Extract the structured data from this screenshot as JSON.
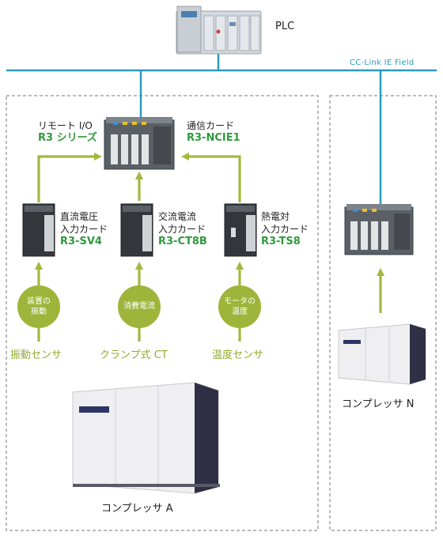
{
  "network": {
    "plc_label": "PLC",
    "bus_label": "CC-Link IE Field"
  },
  "remote": {
    "name_line1": "リモート I/O",
    "name_line2": "R3 シリーズ",
    "card_line1": "通信カード",
    "card_line2": "R3-NCIE1"
  },
  "cards": [
    {
      "line1": "直流電圧",
      "line2": "入力カード",
      "code": "R3-SV4"
    },
    {
      "line1": "交流電流",
      "line2": "入力カード",
      "code": "R3-CT8B"
    },
    {
      "line1": "熱電対",
      "line2": "入力カード",
      "code": "R3-TS8"
    }
  ],
  "measurements": [
    {
      "line1": "装置の",
      "line2": "振動"
    },
    {
      "line1": "消費電流",
      "line2": ""
    },
    {
      "line1": "モータの",
      "line2": "温度"
    }
  ],
  "sensors": [
    "振動センサ",
    "クランプ式 CT",
    "温度センサ"
  ],
  "compressors": {
    "a": "コンプレッサ A",
    "n": "コンプレッサ N"
  },
  "colors": {
    "bus": "#2a9ac4",
    "arrow": "#a3b840",
    "circle": "#9fb43a",
    "code_green": "#2e9a3e",
    "sensor_text": "#8fae2c",
    "dash": "#777777"
  }
}
